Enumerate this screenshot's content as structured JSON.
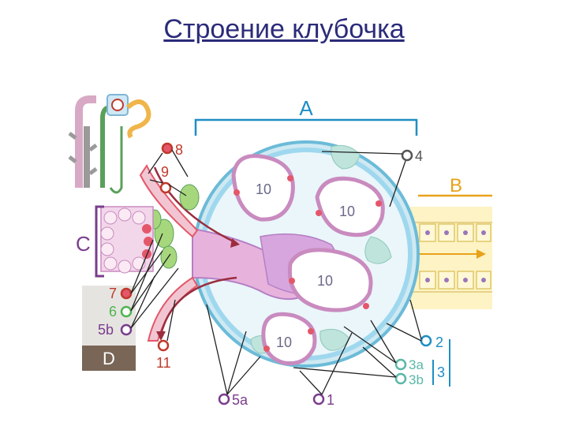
{
  "title": "Строение клубочка",
  "regions": {
    "A": "A",
    "B": "B",
    "C": "C",
    "D": "D"
  },
  "markers": {
    "m8": "8",
    "m9": "9",
    "m4": "4",
    "m7": "7",
    "m6": "6",
    "m5b": "5b",
    "m11": "11",
    "m2": "2",
    "m3a": "3a",
    "m3b": "3b",
    "m3": "3",
    "m5a": "5a",
    "m1": "1"
  },
  "loops": {
    "l1": "10",
    "l2": "10",
    "l3": "10",
    "l4": "10"
  },
  "colors": {
    "title": "#2b2b7a",
    "label_blue": "#1e8ec4",
    "label_purple": "#7a3d8c",
    "capsule_blue": "#9fd8ee",
    "capillary_pink": "#e9b8d8",
    "mesangium": "#b57fc4",
    "tubule_yellow": "#fdf3c4",
    "marker_red": "#e4576a",
    "marker_green": "#4fb54f"
  }
}
